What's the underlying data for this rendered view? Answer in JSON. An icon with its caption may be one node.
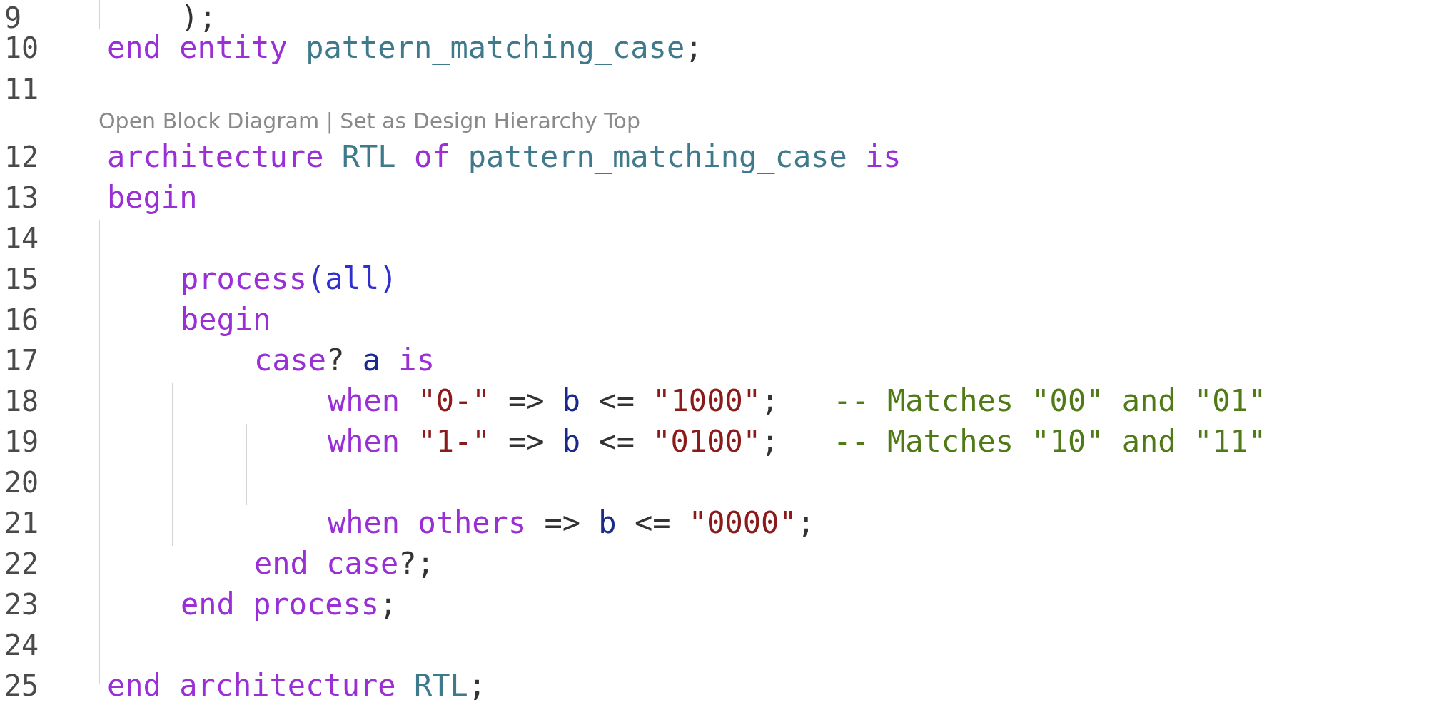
{
  "diagram": {
    "labels": [
      "9",
      ");",
      "10",
      "end entity pattern_matching_case;",
      "11",
      "Open Block Diagram | Set as Design Hierarchy Top",
      "12",
      "architecture RTL of pattern_matching_case is",
      "13",
      "begin",
      "14",
      "15",
      "process(all)",
      "16",
      "begin",
      "17",
      "case? a is",
      "18",
      "when \"0-\" => b <= \"1000\";   -- Matches \"00\" and \"01\"",
      "19",
      "when \"1-\" => b <= \"0100\";   -- Matches \"10\" and \"11\"",
      "20",
      "21",
      "when others => b <= \"0000\";",
      "22",
      "end case?;",
      "23",
      "end process;",
      "24",
      "25",
      "end architecture RTL;"
    ]
  }
}
